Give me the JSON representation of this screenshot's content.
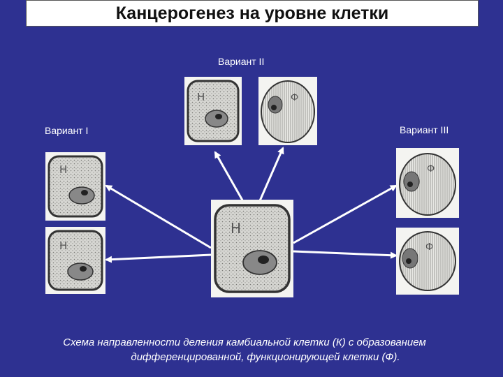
{
  "title": "Канцерогенез на уровне клетки",
  "labels": {
    "variant_1": "Вариант I",
    "variant_2": "Вариант II",
    "variant_3": "Вариант III"
  },
  "cell_letters": {
    "cambial": "Н",
    "functional": "Ф"
  },
  "caption": {
    "line1": "Схема направленности деления камбиальной клетки (К) с образованием",
    "line2": "дифференцированной, функционирующей клетки (Ф)."
  },
  "colors": {
    "background": "#2e3191",
    "arrow": "#ffffff",
    "tile": "#f4f4f1"
  }
}
